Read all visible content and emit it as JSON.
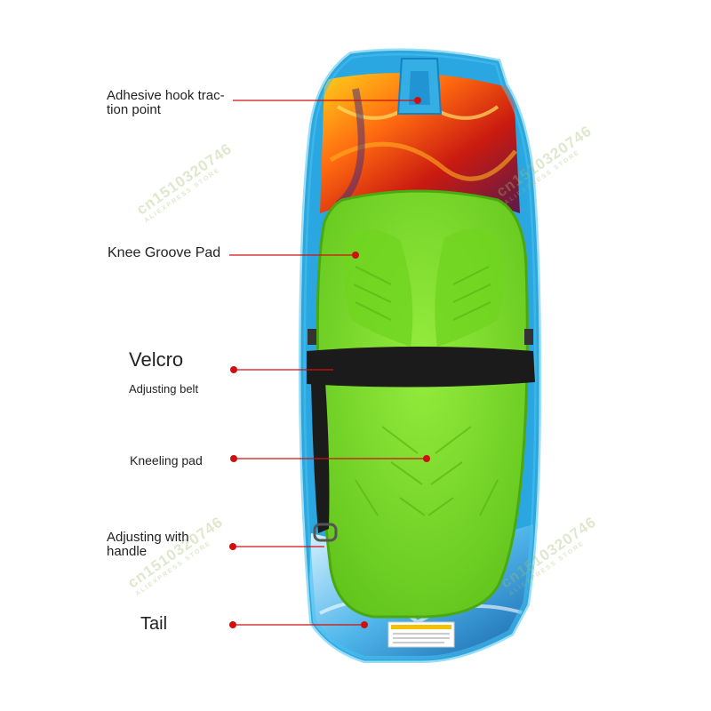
{
  "labels": {
    "hook_line1": "Adhesive hook trac-",
    "hook_line2": "tion point",
    "knee": "Knee Groove Pad",
    "velcro": "Velcro",
    "velcro_sub": "Adjusting belt",
    "kneeling": "Kneeling pad",
    "handle_line1": "Adjusting with",
    "handle_line2": "handle",
    "tail": "Tail"
  },
  "watermark": {
    "text": "cn1510320746",
    "sub": "ALIEXPRESS STORE"
  },
  "colors": {
    "board_blue": "#2aa6e0",
    "board_blue_dark": "#1583c2",
    "pad_green": "#7fe02a",
    "pad_green_dark": "#5cbf12",
    "strap": "#1b1b1b",
    "callout_line": "#d01010"
  }
}
